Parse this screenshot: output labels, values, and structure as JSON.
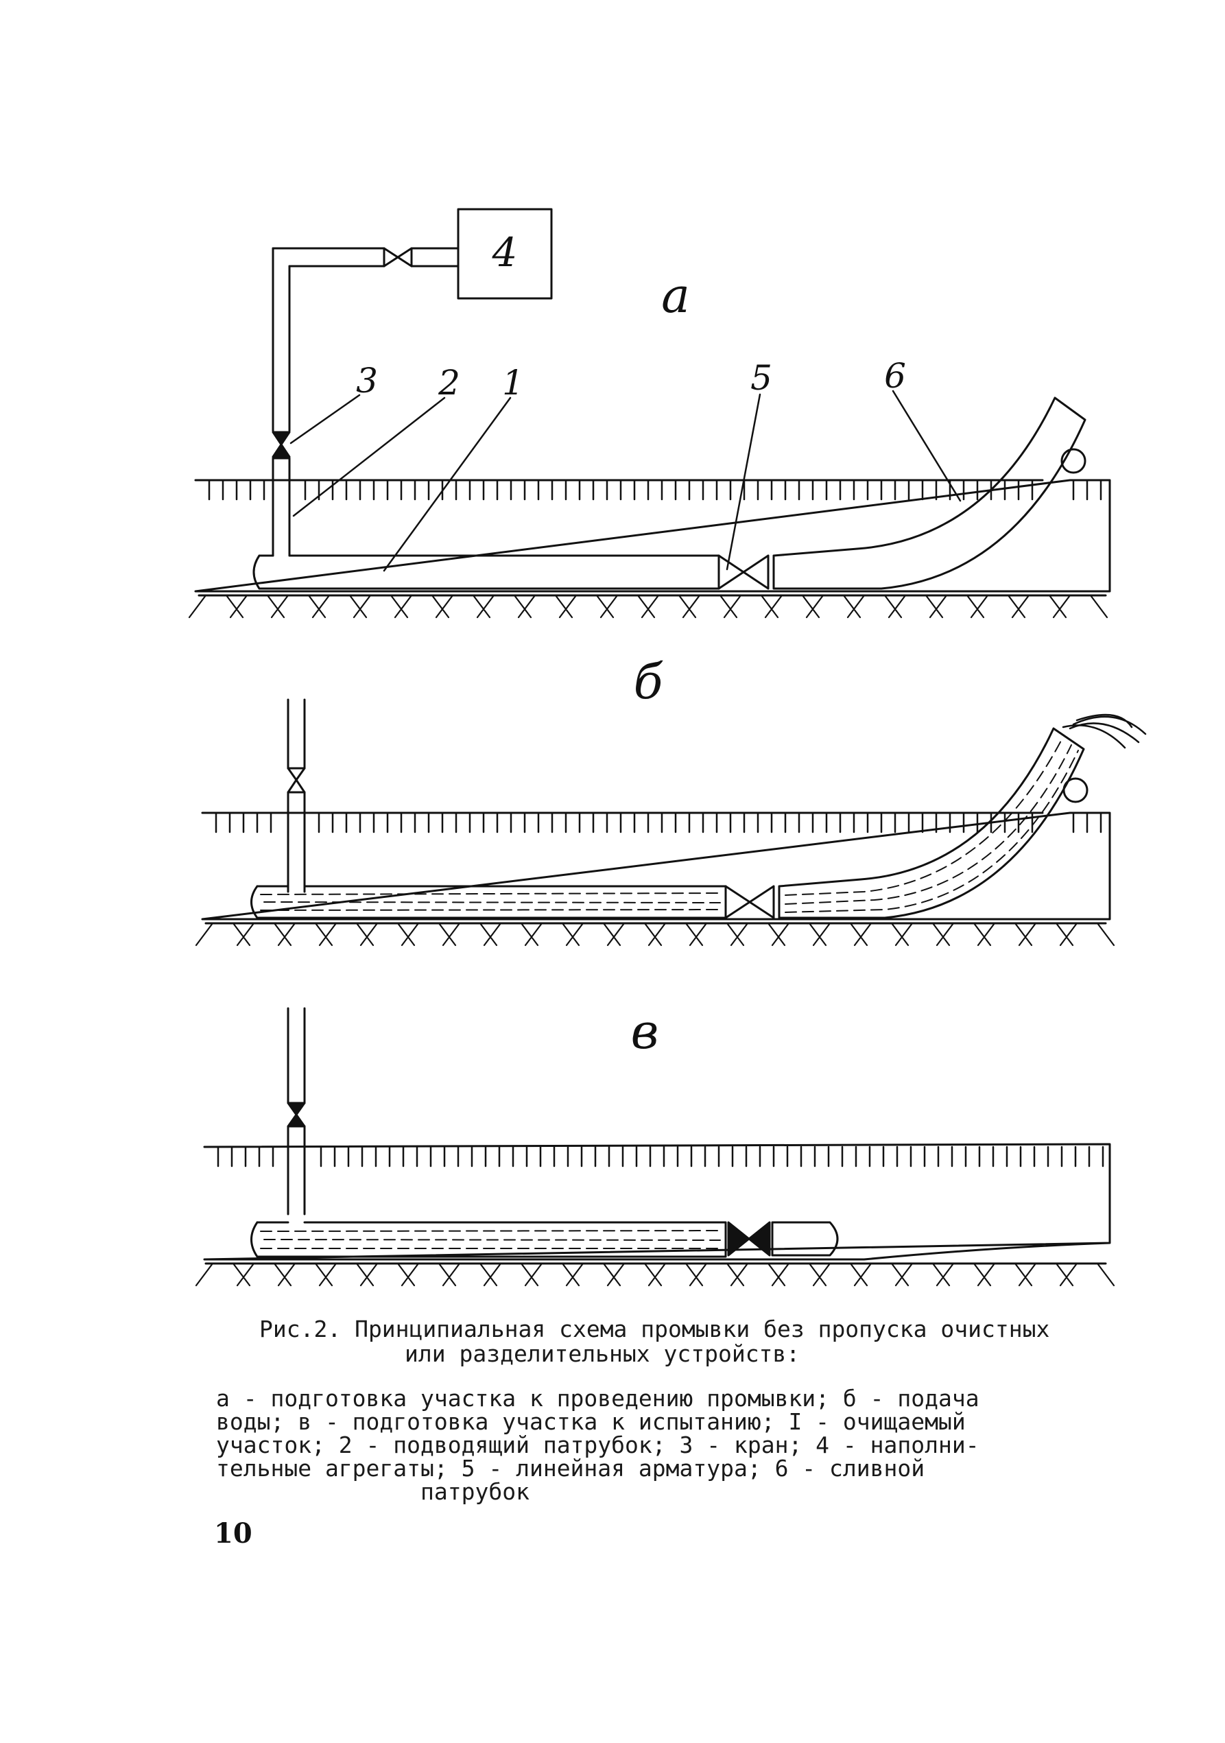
{
  "diagram": {
    "panels": [
      {
        "letter": "а",
        "labels": [
          "1",
          "2",
          "3",
          "4",
          "5",
          "6"
        ]
      },
      {
        "letter": "б"
      },
      {
        "letter": "в"
      }
    ]
  },
  "caption": {
    "title": "Рис.2. Принципиальная схема промывки без пропуска очистных",
    "title_cont": "или разделительных устройств:",
    "legend_lines": [
      "а - подготовка участка к проведению промывки; б - подача",
      "воды; в - подготовка участка к испытанию; I - очищаемый",
      "участок; 2 - подводящий патрубок; 3 - кран; 4 - наполни-",
      "тельные агрегаты; 5 - линейная арматура; 6 - сливной",
      "               патрубок"
    ]
  },
  "page_number": "10"
}
